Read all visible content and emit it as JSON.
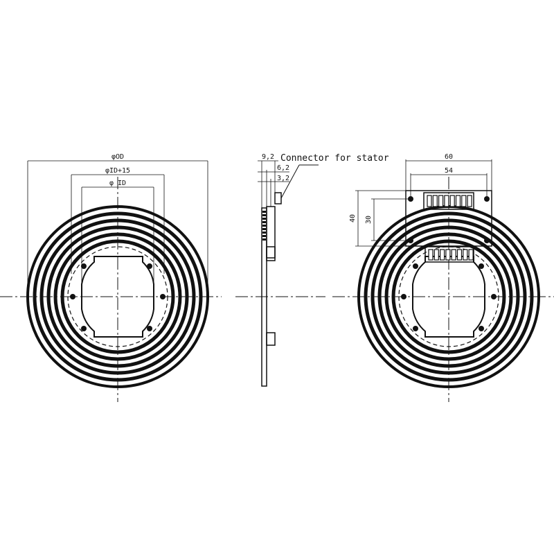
{
  "drawing": {
    "front_view": {
      "dim_od": "φOD",
      "dim_id15": "φID+15",
      "dim_id": "φ ID"
    },
    "side_view": {
      "callout": "Connector for stator",
      "dim_a": "9,2",
      "dim_b": "6,2",
      "dim_c": "3,2"
    },
    "rear_view": {
      "dim_width_outer": "60",
      "dim_width_inner": "54",
      "dim_height_outer": "40",
      "dim_height_inner": "30"
    },
    "colors": {
      "line": "#111111",
      "background": "#ffffff"
    }
  }
}
